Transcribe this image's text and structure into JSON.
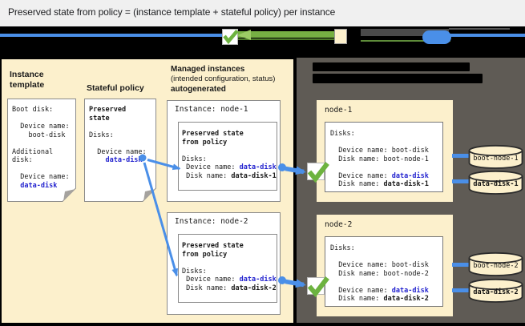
{
  "title": "Preserved state from policy = (instance template + stateful policy) per instance",
  "colors": {
    "accent_blue": "#4A8FE8",
    "device_name_blue": "#2424CF",
    "check_green": "#6DB33F",
    "panel_cream": "#FCF0CC",
    "panel_dark": "#5F5B55",
    "legend_green_bar": "#76B043"
  },
  "left": {
    "instance_template_heading": "Instance template",
    "stateful_policy_heading": "Stateful policy",
    "template_card": [
      [
        {
          "t": "Boot disk:"
        }
      ],
      [],
      [
        {
          "t": "  Device name:"
        }
      ],
      [
        {
          "t": "    boot-disk"
        }
      ],
      [],
      [
        {
          "t": "Additional"
        }
      ],
      [
        {
          "t": "disk:"
        }
      ],
      [],
      [
        {
          "t": "  Device name:"
        }
      ],
      [
        {
          "t": "  "
        },
        {
          "t": "data-disk",
          "s": "blue"
        }
      ]
    ],
    "policy_card": [
      [
        {
          "t": "Preserved",
          "s": "b"
        }
      ],
      [
        {
          "t": "state",
          "s": "b"
        }
      ],
      [],
      [
        {
          "t": "Disks:"
        }
      ],
      [],
      [
        {
          "t": "  Device name:"
        }
      ],
      [
        {
          "t": "    "
        },
        {
          "t": "data-disk",
          "s": "blue"
        }
      ]
    ]
  },
  "managed": {
    "heading": "Managed instances",
    "subheading": "(intended configuration, status)",
    "autogenerated": "autogenerated",
    "instances": [
      {
        "label": "Instance: node-1",
        "lines": [
          [
            {
              "t": "Preserved state",
              "s": "b"
            }
          ],
          [
            {
              "t": "from policy",
              "s": "b"
            }
          ],
          [],
          [
            {
              "t": "Disks:"
            }
          ],
          [
            {
              "t": " Device name: "
            },
            {
              "t": "data-disk",
              "s": "blue"
            }
          ],
          [
            {
              "t": " Disk name: "
            },
            {
              "t": "data-disk-1",
              "s": "b"
            }
          ]
        ]
      },
      {
        "label": "Instance: node-2",
        "lines": [
          [
            {
              "t": "Preserved state",
              "s": "b"
            }
          ],
          [
            {
              "t": "from policy",
              "s": "b"
            }
          ],
          [],
          [
            {
              "t": "Disks:"
            }
          ],
          [
            {
              "t": " Device name: "
            },
            {
              "t": "data-disk",
              "s": "blue"
            }
          ],
          [
            {
              "t": " Disk name: "
            },
            {
              "t": "data-disk-2",
              "s": "b"
            }
          ]
        ]
      }
    ]
  },
  "vms": {
    "nodes": [
      {
        "title": "node-1",
        "lines": [
          [
            {
              "t": "Disks:"
            }
          ],
          [],
          [
            {
              "t": "  Device name: boot-disk"
            }
          ],
          [
            {
              "t": "  Disk name: boot-node-1"
            }
          ],
          [],
          [
            {
              "t": "  Device name: "
            },
            {
              "t": "data-disk",
              "s": "blue"
            }
          ],
          [
            {
              "t": "  Disk name: "
            },
            {
              "t": "data-disk-1",
              "s": "b"
            }
          ]
        ],
        "disks": [
          {
            "label": "boot-node-1"
          },
          {
            "label": "data-disk-1"
          }
        ]
      },
      {
        "title": "node-2",
        "lines": [
          [
            {
              "t": "Disks:"
            }
          ],
          [],
          [
            {
              "t": "  Device name: boot-disk"
            }
          ],
          [
            {
              "t": "  Disk name: boot-node-2"
            }
          ],
          [],
          [
            {
              "t": "  Device name: "
            },
            {
              "t": "data-disk",
              "s": "blue"
            }
          ],
          [
            {
              "t": "  Disk name: "
            },
            {
              "t": "data-disk-2",
              "s": "b"
            }
          ]
        ],
        "disks": [
          {
            "label": "boot-node-2"
          },
          {
            "label": "data-disk-2"
          }
        ]
      }
    ]
  }
}
